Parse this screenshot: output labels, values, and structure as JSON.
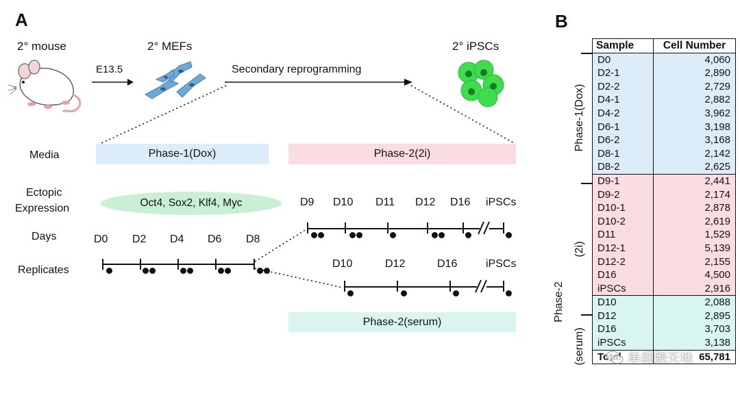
{
  "panel_a": {
    "letter": "A",
    "mouse_label": "2° mouse",
    "mef_label": "2° MEFs",
    "ipsc_label": "2° iPSCs",
    "arrow1_label": "E13.5",
    "arrow2_label": "Secondary reprogramming",
    "row_labels": {
      "media": "Media",
      "ectopic_1": "Ectopic",
      "ectopic_2": "Expression",
      "days": "Days",
      "replicates": "Replicates"
    },
    "phase1_band": "Phase-1(Dox)",
    "phase2_band": "Phase-2(2i)",
    "phase2_serum_band": "Phase-2(serum)",
    "ectopic_factors": "Oct4, Sox2, Klf4, Myc",
    "phase1_days": [
      "D0",
      "D2",
      "D4",
      "D6",
      "D8"
    ],
    "phase2_2i_days": [
      "D9",
      "D10",
      "D11",
      "D12",
      "D16",
      "iPSCs"
    ],
    "phase2_serum_days": [
      "D10",
      "D12",
      "D16",
      "iPSCs"
    ],
    "phase1_replicates": [
      1,
      2,
      2,
      2,
      2
    ],
    "phase2_2i_replicates": [
      2,
      2,
      1,
      2,
      1,
      1
    ],
    "phase2_serum_replicates": [
      1,
      1,
      1,
      1
    ],
    "colors": {
      "phase1": "#dcecf8",
      "phase2": "#f9dde0",
      "serum": "#d9f5f0",
      "ectopic": "#c9efd6",
      "ipsc": "#39d84a"
    }
  },
  "panel_b": {
    "letter": "B",
    "headers": [
      "Sample",
      "Cell Number"
    ],
    "groups": [
      {
        "label": "Phase-1(Dox)",
        "color": "#dcecf8",
        "rows": [
          [
            "D0",
            "4,060"
          ],
          [
            "D2-1",
            "2,890"
          ],
          [
            "D2-2",
            "2,729"
          ],
          [
            "D4-1",
            "2,882"
          ],
          [
            "D4-2",
            "3,962"
          ],
          [
            "D6-1",
            "3,198"
          ],
          [
            "D6-2",
            "3,168"
          ],
          [
            "D8-1",
            "2,142"
          ],
          [
            "D8-2",
            "2,625"
          ]
        ]
      },
      {
        "label": "(2i)",
        "color": "#f9dde0",
        "rows": [
          [
            "D9-1",
            "2,441"
          ],
          [
            "D9-2",
            "2,174"
          ],
          [
            "D10-1",
            "2,878"
          ],
          [
            "D10-2",
            "2,619"
          ],
          [
            "D11",
            "1,529"
          ],
          [
            "D12-1",
            "5,139"
          ],
          [
            "D12-2",
            "2,155"
          ],
          [
            "D16",
            "4,500"
          ],
          [
            "iPSCs",
            "2,916"
          ]
        ]
      },
      {
        "label": "(serum)",
        "color": "#d9f5f0",
        "rows": [
          [
            "D10",
            "2,088"
          ],
          [
            "D12",
            "2,895"
          ],
          [
            "D16",
            "3,703"
          ],
          [
            "iPSCs",
            "3,138"
          ]
        ]
      }
    ],
    "phase2_label": "Phase-2",
    "total": [
      "Total",
      "65,781"
    ]
  },
  "watermark": "单细胞天地"
}
